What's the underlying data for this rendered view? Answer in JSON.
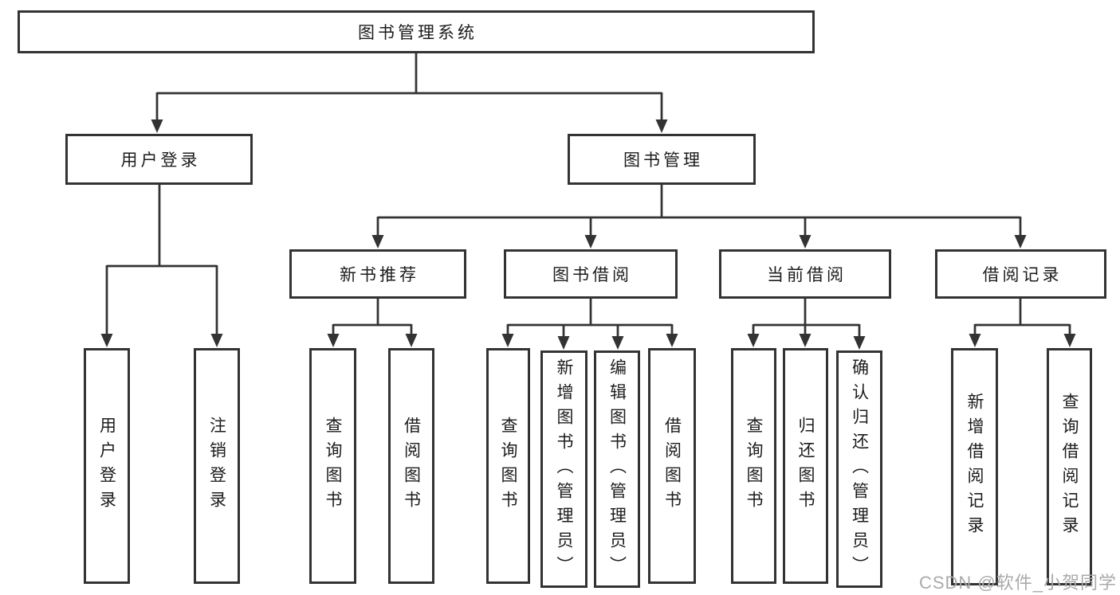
{
  "diagram": {
    "root": {
      "label": "图书管理系统"
    },
    "branches": [
      {
        "label": "用户登录",
        "children": [
          {
            "label": "用户登录"
          },
          {
            "label": "注销登录"
          }
        ]
      },
      {
        "label": "图书管理",
        "children": [
          {
            "label": "新书推荐",
            "children": [
              {
                "label": "查询图书"
              },
              {
                "label": "借阅图书"
              }
            ]
          },
          {
            "label": "图书借阅",
            "children": [
              {
                "label": "查询图书"
              },
              {
                "label": "新增图书（管理员）"
              },
              {
                "label": "编辑图书（管理员）"
              },
              {
                "label": "借阅图书"
              }
            ]
          },
          {
            "label": "当前借阅",
            "children": [
              {
                "label": "查询图书"
              },
              {
                "label": "归还图书"
              },
              {
                "label": "确认归还（管理员）"
              }
            ]
          },
          {
            "label": "借阅记录",
            "children": [
              {
                "label": "新增借阅记录"
              },
              {
                "label": "查询借阅记录"
              }
            ]
          }
        ]
      }
    ]
  },
  "watermark": {
    "text": "CSDN @软件_小贺同学"
  },
  "colors": {
    "line": "#333333",
    "box_border": "#333333",
    "text": "#1c1c1c",
    "watermark": "#aaaaaa",
    "background": "#ffffff"
  }
}
